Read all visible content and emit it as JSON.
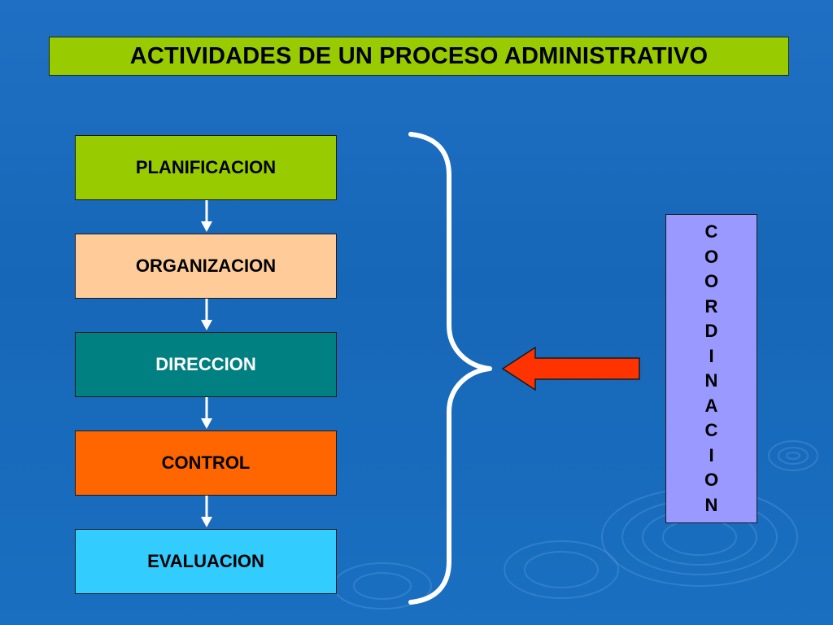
{
  "title": "ACTIVIDADES DE UN PROCESO ADMINISTRATIVO",
  "steps": [
    {
      "label": "PLANIFICACION",
      "color": "#99cc00",
      "text_color": "#000000"
    },
    {
      "label": "ORGANIZACION",
      "color": "#ffcc99",
      "text_color": "#000000"
    },
    {
      "label": "DIRECCION",
      "color": "#008080",
      "text_color": "#ffffff"
    },
    {
      "label": "CONTROL",
      "color": "#ff6600",
      "text_color": "#000000"
    },
    {
      "label": "EVALUACION",
      "color": "#33ccff",
      "text_color": "#000000"
    }
  ],
  "coordination": {
    "letters": [
      "C",
      "O",
      "O",
      "R",
      "D",
      "I",
      "N",
      "A",
      "C",
      "I",
      "O",
      "N"
    ],
    "color": "#9999ff"
  },
  "colors": {
    "background": "#1f6fc4",
    "arrow": "#ff3300",
    "connector": "#ffffff"
  }
}
